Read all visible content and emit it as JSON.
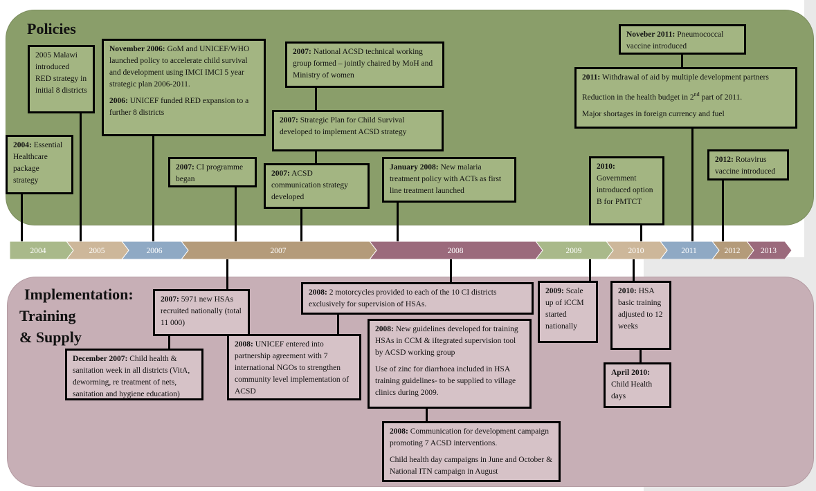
{
  "sections": {
    "policies_title": "Policies",
    "implementation_title_line1": "Implementation:",
    "implementation_title_line2": "Training",
    "implementation_title_line3": "& Supply"
  },
  "colors": {
    "policies_panel": "#8a9e6a",
    "implementation_panel": "#c7afb6",
    "year_2004": "#a9b98a",
    "year_2005": "#cdb79a",
    "year_2006": "#8fa9c4",
    "year_2007": "#b49b7a",
    "year_2008": "#9b6a7c",
    "year_2009": "#a9b98a",
    "year_2010": "#cdb79a",
    "year_2011": "#8fa9c4",
    "year_2012": "#b49b7a",
    "year_2013": "#9b6a7c"
  },
  "timeline": [
    "2004",
    "2005",
    "2006",
    "2007",
    "2008",
    "2009",
    "2010",
    "2011",
    "2012",
    "2013"
  ],
  "policies": {
    "p2004": {
      "year": "2004:",
      "text": " Essential Healthcare package strategy"
    },
    "p2005": {
      "text": "2005 Malawi introduced RED strategy in initial 8 districts"
    },
    "p2006": {
      "year1": "November 2006:",
      "text1": " GoM and UNICEF/WHO launched policy to accelerate child survival and development using IMCI IMCI 5 year strategic plan 2006-2011.",
      "year2": "2006:",
      "text2": " UNICEF funded RED expansion to a further 8 districts"
    },
    "p2007_ci": {
      "year": "2007:",
      "text": " CI programme began"
    },
    "p2007_twg": {
      "year": "2007:",
      "text": " National ACSD technical working group formed – jointly chaired by MoH and Ministry of women"
    },
    "p2007_plan": {
      "year": "2007:",
      "text": " Strategic Plan for Child Survival developed to implement ACSD strategy"
    },
    "p2007_comm": {
      "year": "2007:",
      "text": " ACSD communication strategy developed"
    },
    "p2008": {
      "year": "January 2008:",
      "text": " New malaria treatment policy with ACTs as first line treatment launched"
    },
    "p2010": {
      "year": "2010:",
      "text": " Government introduced option B for PMTCT"
    },
    "p2011_nov": {
      "year": "Noveber 2011:",
      "text": " Pneumococcal vaccine introduced"
    },
    "p2011": {
      "year": "2011:",
      "text1": " Withdrawal of aid by multiple development partners",
      "text2a": "Reduction in the health budget in 2",
      "text2sup": "nd",
      "text2b": " part of 2011.",
      "text3": "Major shortages in foreign currency and fuel"
    },
    "p2012": {
      "year": "2012:",
      "text": " Rotavirus vaccine introduced"
    }
  },
  "implementation": {
    "i2007_hsa": {
      "year": "2007:",
      "text": " 5971 new HSAs recruited nationally (total 11 000)"
    },
    "i2007_dec": {
      "year": "December 2007:",
      "text": " Child health & sanitation week in all districts (VitA, deworming, re treatment of nets, sanitation and hygiene education)"
    },
    "i2008_unicef": {
      "year": "2008:",
      "text": " UNICEF entered into partnership agreement with 7 international NGOs to strengthen community level implementation of ACSD"
    },
    "i2008_moto": {
      "year": "2008:",
      "text": " 2 motorcycles provided to each of the 10 CI districts exclusively for supervision of HSAs."
    },
    "i2008_guide": {
      "year": "2008:",
      "text1": " New guidelines developed for training HSAs in CCM & iItegrated supervision tool by ACSD working group",
      "text2": "Use of zinc for diarrhoea included in HSA training guidelines- to be supplied to village clinics during 2009."
    },
    "i2008_comm": {
      "year": "2008:",
      "text1": " Communication for development campaign promoting 7 ACSD interventions.",
      "text2": "Child health day campaigns in June and October & National ITN campaign in August"
    },
    "i2009": {
      "year": "2009:",
      "text": " Scale up of iCCM started nationally"
    },
    "i2010_hsa": {
      "year": "2010:",
      "text": " HSA basic training adjusted to 12 weeks"
    },
    "i2010_apr": {
      "year": "April 2010:",
      "text": " Child Health days"
    }
  }
}
